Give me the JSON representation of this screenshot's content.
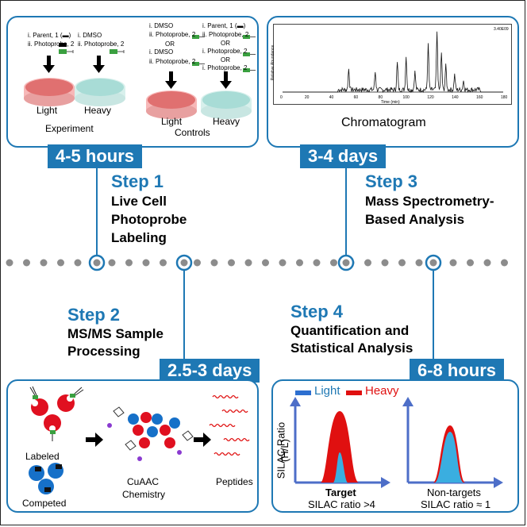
{
  "panels": {
    "experiment": {
      "light_label": "Light",
      "heavy_label": "Heavy",
      "caption": "Experiment",
      "light_treat": [
        "i. Parent, 1 (▬)",
        "ii. Photoprobe, 2"
      ],
      "heavy_treat": [
        "i. DMSO",
        "ii. Photoprobe, 2"
      ]
    },
    "controls": {
      "caption": "Controls",
      "light_label": "Light",
      "heavy_label": "Heavy",
      "light_treat": [
        "i. DMSO",
        "ii. Photoprobe, 2",
        "OR",
        "i. DMSO",
        "ii. Photoprobe, 2"
      ],
      "heavy_treat": [
        "i. Parent, 1 (▬)",
        "ii. Photoprobe, 2",
        "OR",
        "i. Photoprobe, 2",
        "OR",
        "i. Photoprobe, 2"
      ]
    },
    "chromatogram": {
      "caption": "Chromatogram",
      "ylabel": "Relative Abundance",
      "xlabel": "Time (min)",
      "corner": "3.40E09",
      "xticks": [
        "0",
        "20",
        "40",
        "60",
        "80",
        "100",
        "120",
        "140",
        "160",
        "180"
      ]
    },
    "processing": {
      "labeled": "Labeled",
      "competed": "Competed",
      "cuaac": [
        "CuAAC",
        "Chemistry"
      ],
      "peptides": "Peptides"
    },
    "quant": {
      "legend_light": "Light",
      "legend_heavy": "Heavy",
      "ylabel": [
        "SILAC Ratio",
        "(H/L)"
      ],
      "target": "Target",
      "target_ratio": "SILAC ratio >4",
      "nontarget": "Non-targets",
      "nontarget_ratio": "SILAC ratio ≈ 1"
    }
  },
  "tags": {
    "t1": "4-5 hours",
    "t3": "3-4 days",
    "t2": "2.5-3 days",
    "t4": "6-8 hours"
  },
  "steps": {
    "s1": {
      "title": "Step 1",
      "desc": [
        "Live Cell",
        "Photoprobe",
        "Labeling"
      ]
    },
    "s2": {
      "title": "Step 2",
      "desc": [
        "MS/MS Sample",
        "Processing"
      ]
    },
    "s3": {
      "title": "Step 3",
      "desc": [
        "Mass Spectrometry-",
        "Based Analysis"
      ]
    },
    "s4": {
      "title": "Step 4",
      "desc": [
        "Quantification and",
        "Statistical Analysis"
      ]
    }
  },
  "colors": {
    "accent": "#1e78b4",
    "light": "#29a9e0",
    "heavy": "#e01010",
    "dish_red": "#e07070",
    "dish_teal": "#a8dcd6"
  }
}
